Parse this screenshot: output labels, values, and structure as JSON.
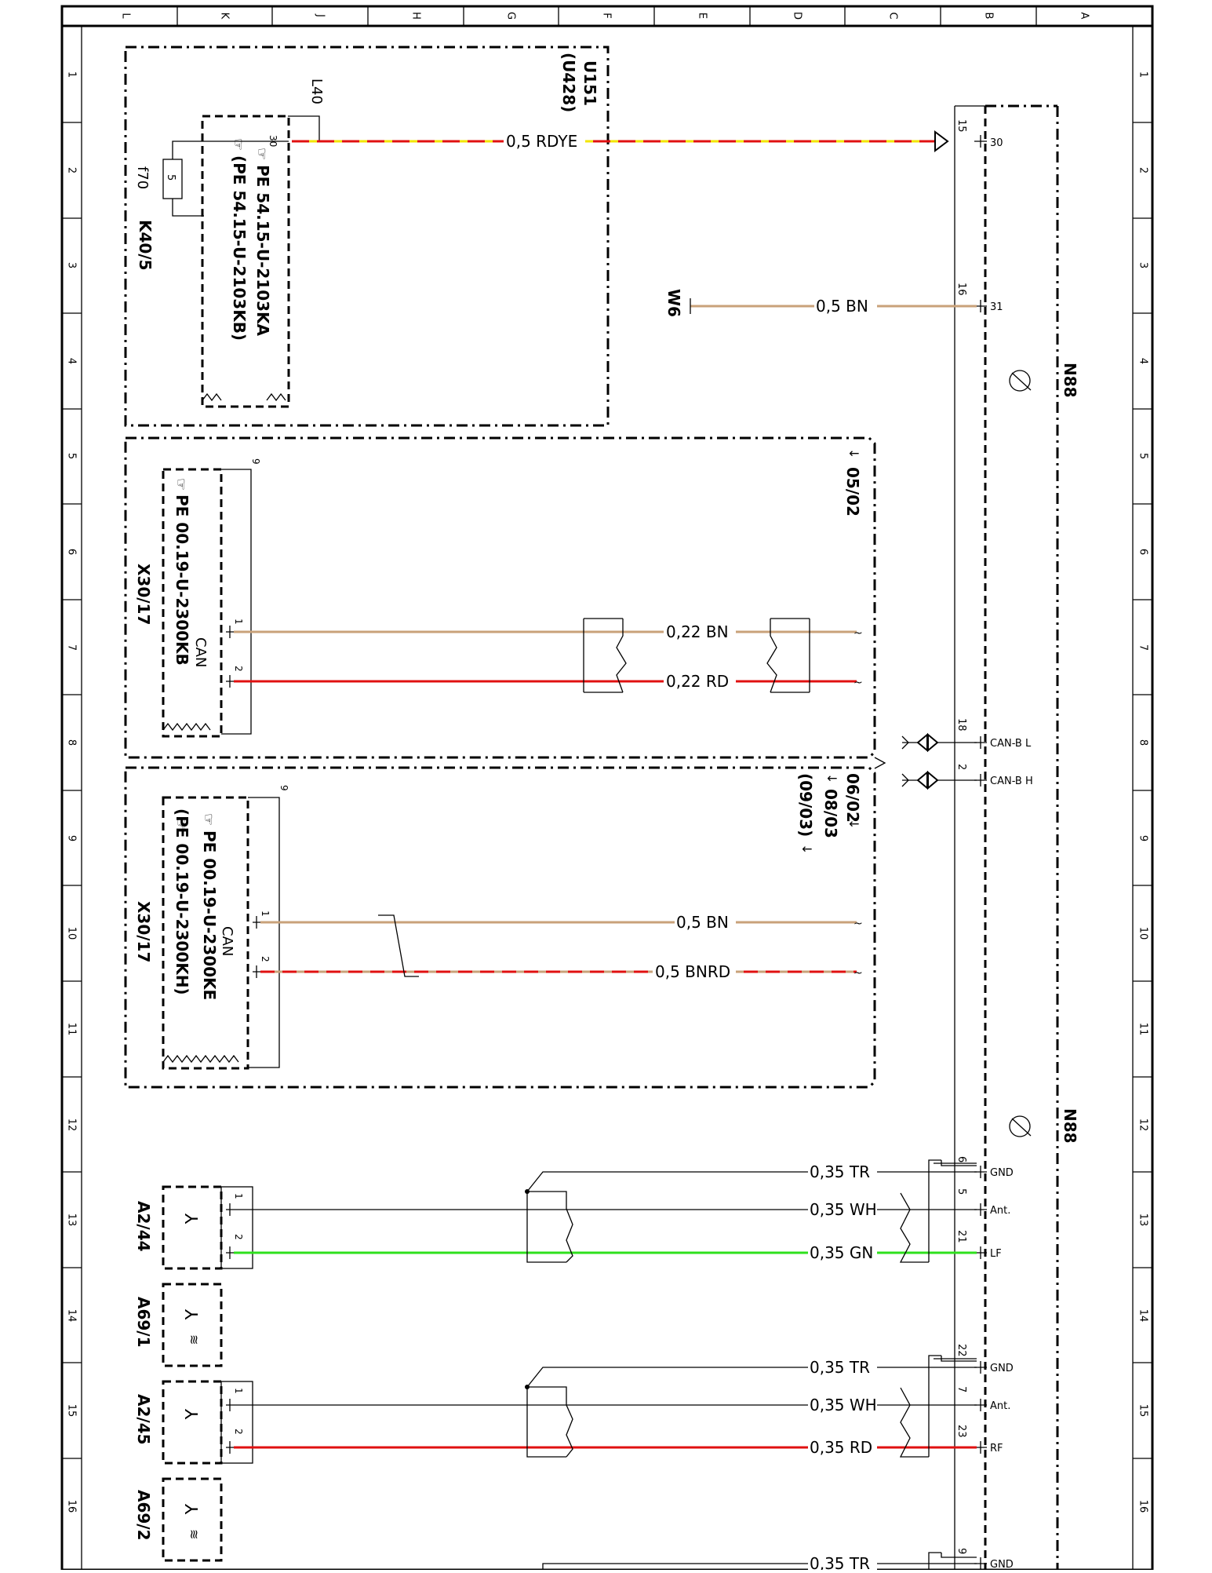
{
  "grid": {
    "columns": [
      "L",
      "K",
      "J",
      "H",
      "G",
      "F",
      "E",
      "D",
      "C",
      "B",
      "A"
    ],
    "rows": [
      "1",
      "2",
      "3",
      "4",
      "5",
      "6",
      "7",
      "8",
      "9",
      "10",
      "11",
      "12",
      "13",
      "14",
      "15",
      "16"
    ]
  },
  "colors": {
    "BN": "#c9a27a",
    "RD": "#e01010",
    "YE": "#f2e600",
    "GN": "#2ee01c",
    "BK": "#000000"
  },
  "components": {
    "u151": "U151",
    "u428": "(U428)",
    "l40": "L40",
    "f70": "f70",
    "f70_val": "5",
    "k40": "K40/5",
    "pe_a": "PE 54.15-U-2103KA",
    "pe_b": "(PE 54.15-U-2103KB)",
    "w6": "W6",
    "n88_top": "N88",
    "n88_bot": "N88",
    "x30_1": "X30/17",
    "x30_2": "X30/17",
    "pe_can1": "PE 00.19-U-2300KB",
    "pe_can2a": "PE 00.19-U-2300KE",
    "pe_can2b": "(PE 00.19-U-2300KH)",
    "can1": "CAN",
    "can2": "CAN",
    "date1": "05/02",
    "date2": "06/02",
    "date3": "08/03",
    "date4": "(09/03)",
    "a244": "A2/44",
    "a691": "A69/1",
    "a245": "A2/45",
    "a692": "A69/2"
  },
  "pins": {
    "p30_l": "30",
    "p15": "15",
    "p30_r": "30",
    "p16": "16",
    "p31": "31",
    "p18": "18",
    "canbl": "CAN-B L",
    "p2": "2",
    "canbh": "CAN-B H",
    "x1_1": "1",
    "x1_2": "2",
    "x2_1": "1",
    "x2_2": "2",
    "x1_9": "9",
    "x2_9": "9",
    "p6": "6",
    "gnd1": "GND",
    "p5": "5",
    "ant1": "Ant.",
    "p21": "21",
    "lf": "LF",
    "p22": "22",
    "gnd2": "GND",
    "p7": "7",
    "ant2": "Ant.",
    "p23": "23",
    "rf": "RF",
    "p9": "9",
    "gnd3": "GND",
    "a244_1": "1",
    "a244_2": "2",
    "a245_1": "1",
    "a245_2": "2"
  },
  "wires": {
    "w1": "0,5 RDYE",
    "w2": "0,5 BN",
    "w3": "0,22 BN",
    "w4": "0,22 RD",
    "w5": "0,5 BN",
    "w6": "0,5 BNRD",
    "w7": "0,35 TR",
    "w8": "0,35 WH",
    "w9": "0,35 GN",
    "w10": "0,35 TR",
    "w11": "0,35 WH",
    "w12": "0,35 RD",
    "w13": "0,35 TR"
  }
}
